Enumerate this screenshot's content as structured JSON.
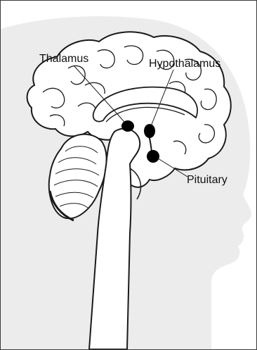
{
  "diagram": {
    "labels": {
      "thalamus": "Thalamus",
      "hypothalamus": "Hypothalamus",
      "pituitary": "Pituitary"
    },
    "colors": {
      "head_silhouette": "#ececec",
      "brain_outline": "#1a1a1a",
      "structure_fill": "#000000",
      "frame": "#3a3a3a"
    }
  }
}
